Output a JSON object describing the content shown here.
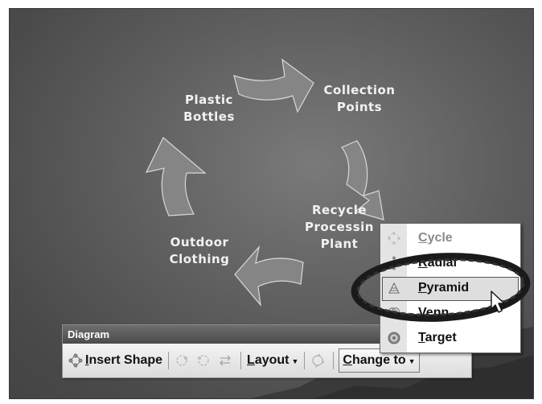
{
  "diagram": {
    "nodes": {
      "plastic_bottles": [
        "Plastic",
        "Bottles"
      ],
      "collection_points": [
        "Collection",
        "Points"
      ],
      "recycle_plant": [
        "Recycle",
        "Processin",
        "Plant"
      ],
      "outdoor_clothing": [
        "Outdoor",
        "Clothing"
      ]
    }
  },
  "toolbar": {
    "title": "Diagram",
    "insert_shape_prefix": "I",
    "insert_shape_rest": "nsert Shape",
    "layout_prefix": "L",
    "layout_rest": "ayout",
    "change_to_prefix": "C",
    "change_to_rest": "hange to"
  },
  "menu": {
    "items": [
      {
        "key": "C",
        "rest": "ycle",
        "enabled": false,
        "icon": "cycle-diagram-icon"
      },
      {
        "key": "R",
        "rest": "adial",
        "enabled": true,
        "icon": "radial-diagram-icon"
      },
      {
        "key": "P",
        "rest": "yramid",
        "enabled": true,
        "icon": "pyramid-diagram-icon",
        "highlighted": true
      },
      {
        "key": "V",
        "rest": "enn",
        "enabled": true,
        "icon": "venn-diagram-icon"
      },
      {
        "key": "T",
        "rest": "arget",
        "enabled": true,
        "icon": "target-diagram-icon"
      }
    ]
  },
  "colors": {
    "arrow_fill": "#858585",
    "arrow_stroke": "#d8d8d8",
    "annotation_ellipse": "#1a1a1a"
  }
}
